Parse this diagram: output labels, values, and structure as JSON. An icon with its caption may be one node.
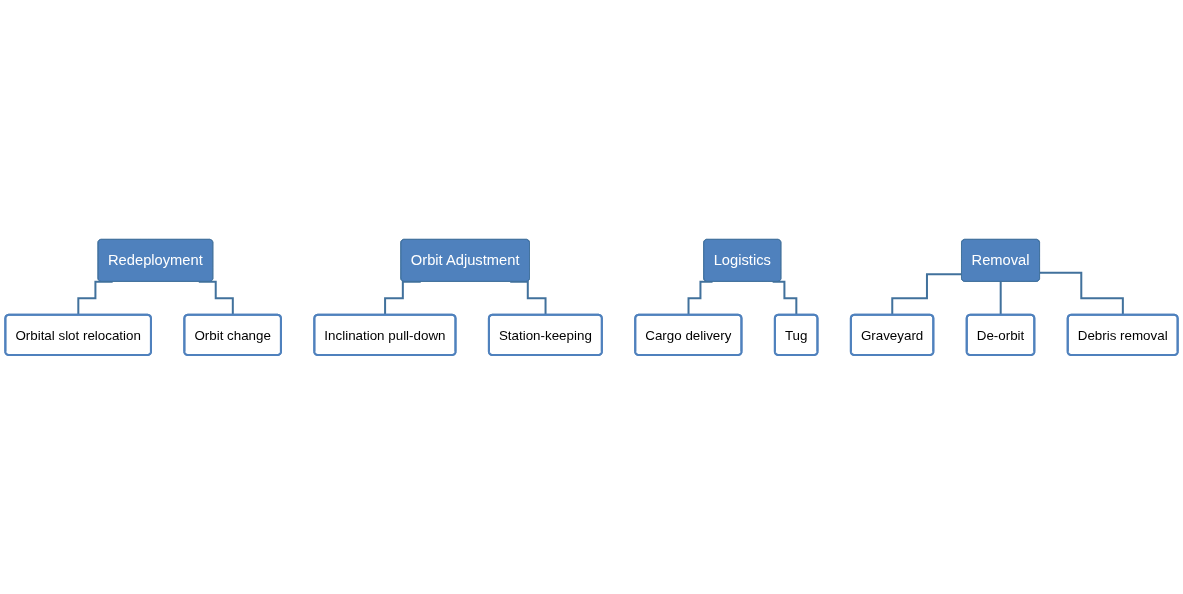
{
  "diagram": {
    "nodes": [
      {
        "text": [
          "Redeployment"
        ]
      },
      {
        "text": [
          "Orbital slot relocation"
        ]
      },
      {
        "text": [
          "Orbit change"
        ]
      },
      {
        "text": [
          "Orbit Adjustment"
        ]
      },
      {
        "text": [
          "Inclination pull-down"
        ]
      },
      {
        "text": [
          "Station-keeping"
        ]
      },
      {
        "text": [
          "Logistics"
        ]
      },
      {
        "text": [
          "Cargo delivery"
        ]
      },
      {
        "text": [
          "Tug"
        ]
      },
      {
        "text": [
          "Removal"
        ]
      },
      {
        "text": [
          "Graveyard"
        ]
      },
      {
        "text": [
          "De-orbit"
        ]
      },
      {
        "text": [
          "Debris removal"
        ]
      }
    ],
    "edges": [
      {
        "from": 0,
        "to": 1,
        "arrow": "none"
      },
      {
        "from": 0,
        "to": 2,
        "arrow": "none"
      },
      {
        "from": 3,
        "to": 4,
        "arrow": "none"
      },
      {
        "from": 3,
        "to": 5,
        "arrow": "none"
      },
      {
        "from": 6,
        "to": 7,
        "arrow": "none"
      },
      {
        "from": 6,
        "to": 8,
        "arrow": "none"
      },
      {
        "from": 9,
        "to": 10,
        "arrow": "none"
      },
      {
        "from": 9,
        "to": 11,
        "arrow": "none"
      },
      {
        "from": 9,
        "to": 12,
        "arrow": "none"
      }
    ]
  }
}
